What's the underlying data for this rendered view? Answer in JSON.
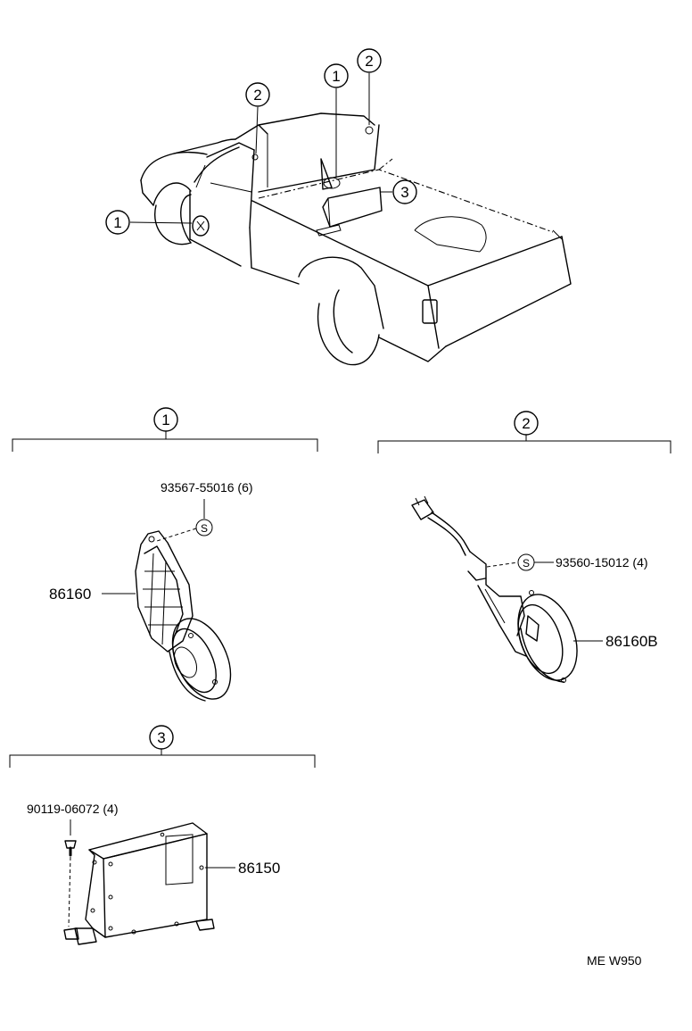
{
  "callouts": {
    "c1": "1",
    "c2": "2",
    "c3": "3"
  },
  "symbols": {
    "screw": "S"
  },
  "groups": [
    {
      "id": "1",
      "parts": [
        {
          "label": "93567-55016 (6)"
        },
        {
          "label": "86160"
        }
      ]
    },
    {
      "id": "2",
      "parts": [
        {
          "label": "93560-15012 (4)"
        },
        {
          "label": "86160B"
        }
      ]
    },
    {
      "id": "3",
      "parts": [
        {
          "label": "90119-06072 (4)"
        },
        {
          "label": "86150"
        }
      ]
    }
  ],
  "diagram_code": "ME W950"
}
